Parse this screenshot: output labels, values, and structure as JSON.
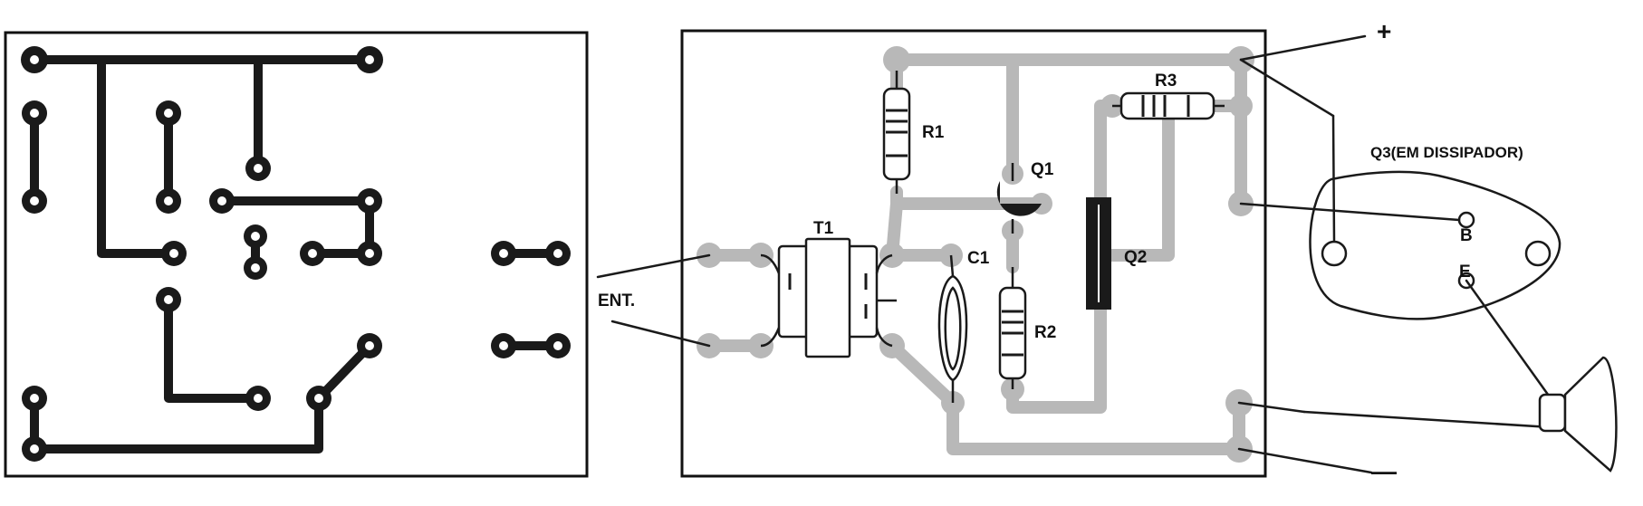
{
  "labels": {
    "t1": "T1",
    "r1": "R1",
    "r2": "R2",
    "r3": "R3",
    "c1": "C1",
    "q1": "Q1",
    "q2": "Q2",
    "q3": "Q3(EM DISSIPADOR)",
    "ent": "ENT.",
    "plus": "+",
    "minus": "—",
    "base": "B",
    "emitter": "E"
  },
  "colors": {
    "copper_traces_left": "#1a1a1a",
    "copper_traces_right": "#b8b8b8",
    "outline": "#1a1a1a",
    "background": "#ffffff"
  }
}
